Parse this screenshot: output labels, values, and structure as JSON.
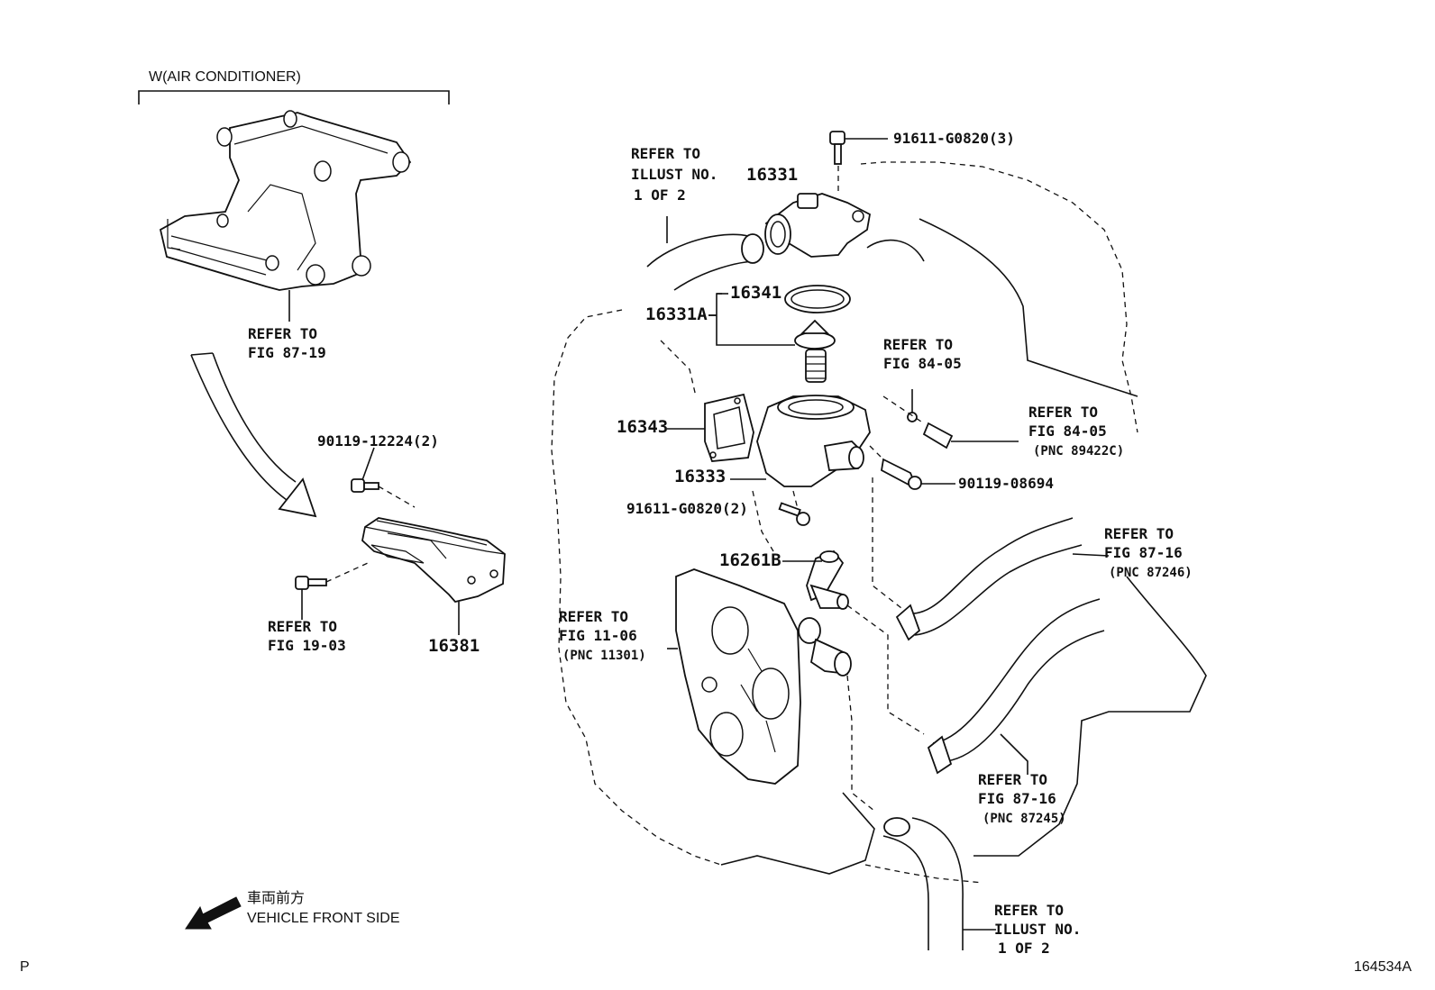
{
  "header": {
    "variant": "W(AIR CONDITIONER)"
  },
  "callouts": {
    "bracket_ref_1": "REFER TO",
    "bracket_ref_2": "FIG 87-19",
    "bolt_90119_12224": "90119-12224(2)",
    "bracket_16381": "16381",
    "fig_19_03_1": "REFER TO",
    "fig_19_03_2": "FIG 19-03",
    "bolt_91611_g0820_3": "91611-G0820(3)",
    "illust_top_1": "REFER TO",
    "illust_top_2": "ILLUST NO.",
    "illust_top_3": "1 OF 2",
    "outlet_16331": "16331",
    "thermostat_16331a": "16331A",
    "gasket_16341": "16341",
    "fig_84_05_top_1": "REFER TO",
    "fig_84_05_top_2": "FIG 84-05",
    "gasket_16343": "16343",
    "fig_84_05_right_1": "REFER TO",
    "fig_84_05_right_2": "FIG 84-05",
    "fig_84_05_right_3": "(PNC 89422C)",
    "inlet_16333": "16333",
    "bolt_90119_08694": "90119-08694",
    "bolt_91611_g0820_2": "91611-G0820(2)",
    "fig_87_16_top_1": "REFER TO",
    "fig_87_16_top_2": "FIG 87-16",
    "fig_87_16_top_3": "(PNC 87246)",
    "pipe_16261b": "16261B",
    "fig_11_06_1": "REFER TO",
    "fig_11_06_2": "FIG 11-06",
    "fig_11_06_3": "(PNC 11301)",
    "fig_87_16_bot_1": "REFER TO",
    "fig_87_16_bot_2": "FIG 87-16",
    "fig_87_16_bot_3": "(PNC 87245)",
    "illust_bot_1": "REFER TO",
    "illust_bot_2": "ILLUST NO.",
    "illust_bot_3": "1 OF 2"
  },
  "legend": {
    "front_jp": "車両前方",
    "front_en": "VEHICLE FRONT SIDE"
  },
  "footer": {
    "left_code": "P",
    "figure_id": "164534A"
  }
}
